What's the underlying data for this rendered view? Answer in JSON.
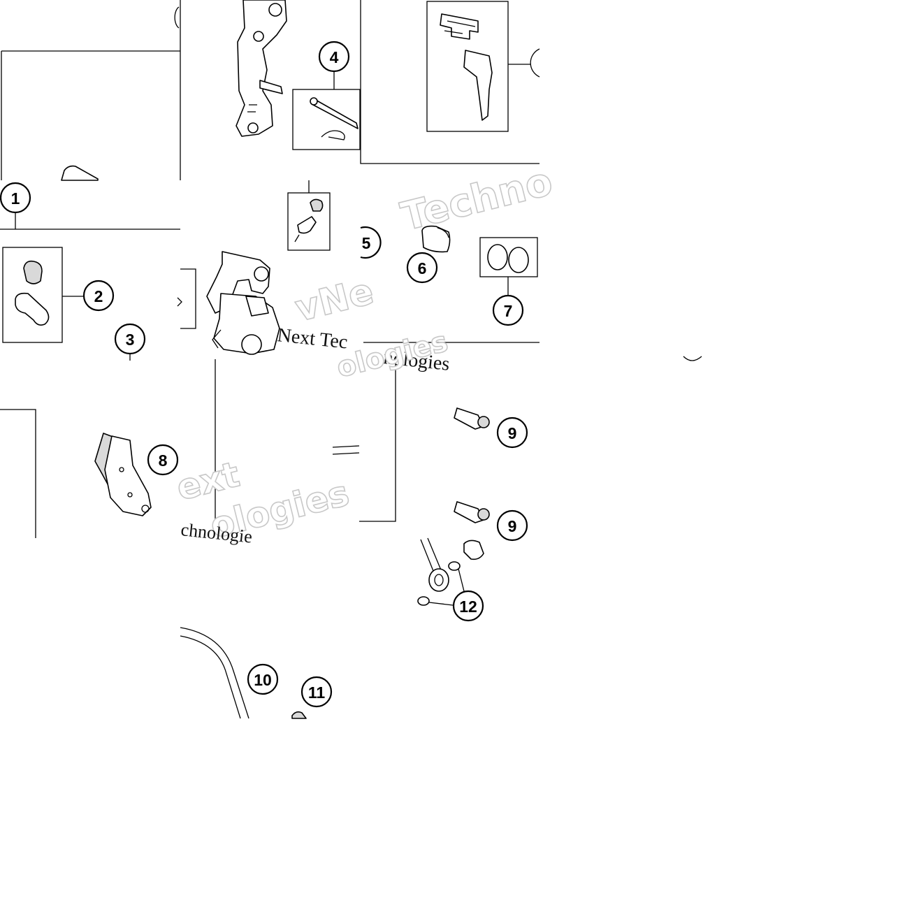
{
  "callouts": [
    {
      "id": "1",
      "label": "1"
    },
    {
      "id": "2",
      "label": "2"
    },
    {
      "id": "3",
      "label": "3"
    },
    {
      "id": "4",
      "label": "4"
    },
    {
      "id": "5",
      "label": "5"
    },
    {
      "id": "6",
      "label": "6"
    },
    {
      "id": "7",
      "label": "7"
    },
    {
      "id": "8",
      "label": "8"
    },
    {
      "id": "9a",
      "label": "9"
    },
    {
      "id": "9b",
      "label": "9"
    },
    {
      "id": "10",
      "label": "10"
    },
    {
      "id": "11",
      "label": "11"
    },
    {
      "id": "12",
      "label": "12"
    }
  ],
  "watermarks": {
    "techno": "Techno",
    "next": "vNe",
    "next_tec": "Next Tec",
    "nologies": "nologies",
    "ext": "ext",
    "ologies": "ologies",
    "chnologie": "chnologie",
    "ologies_faint": "ologies"
  },
  "colors": {
    "line": "#000000",
    "background": "#ffffff",
    "watermark_outline": "#c8c8c8"
  }
}
